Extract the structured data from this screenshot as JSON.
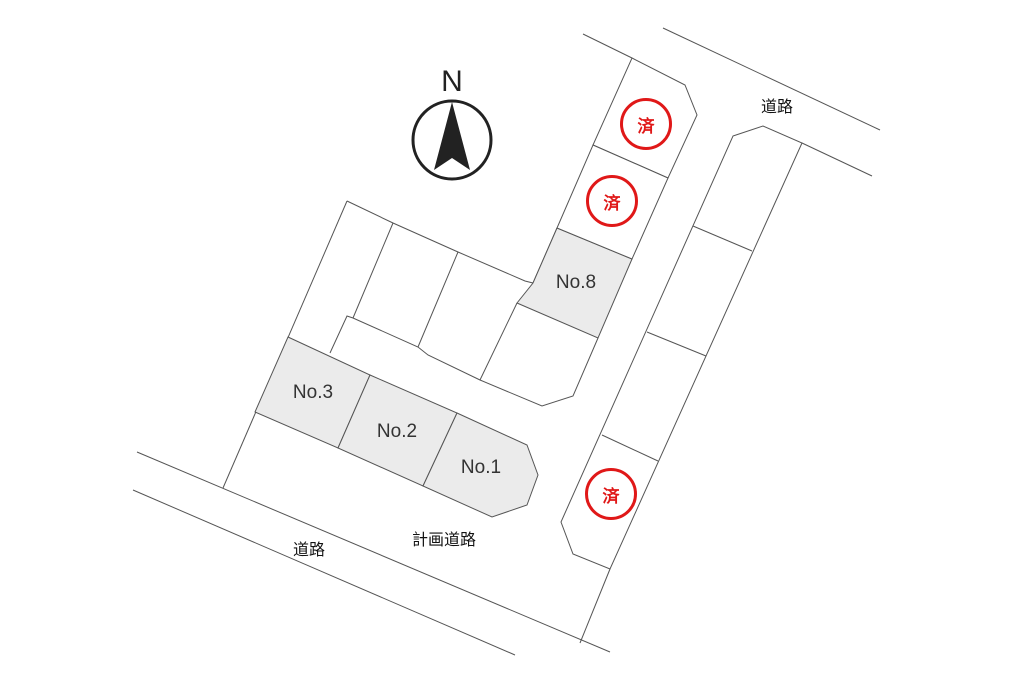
{
  "compass": {
    "label": "N",
    "icon": "north-arrow-icon"
  },
  "roads": {
    "top_right": "道路",
    "bottom_left": "道路",
    "planned": "計画道路"
  },
  "lots": [
    {
      "id": "no1",
      "label": "No.1",
      "status": "available"
    },
    {
      "id": "no2",
      "label": "No.2",
      "status": "available"
    },
    {
      "id": "no3",
      "label": "No.3",
      "status": "available"
    },
    {
      "id": "no8",
      "label": "No.8",
      "status": "available"
    }
  ],
  "sold_mark": "済",
  "colors": {
    "highlight": "#ebebeb",
    "sold": "#e01818",
    "line": "#555555"
  }
}
